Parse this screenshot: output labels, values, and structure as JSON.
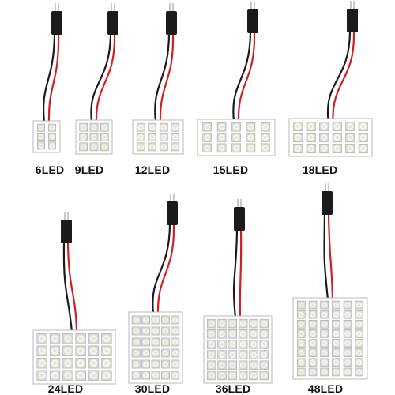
{
  "panels": [
    {
      "caption": "6LED",
      "rows": 3,
      "cols": 2
    },
    {
      "caption": "9LED",
      "rows": 3,
      "cols": 3
    },
    {
      "caption": "12LED",
      "rows": 3,
      "cols": 4
    },
    {
      "caption": "15LED",
      "rows": 3,
      "cols": 5
    },
    {
      "caption": "18LED",
      "rows": 3,
      "cols": 6
    },
    {
      "caption": "24LED",
      "rows": 4,
      "cols": 6
    },
    {
      "caption": "30LED",
      "rows": 6,
      "cols": 5
    },
    {
      "caption": "36LED",
      "rows": 6,
      "cols": 6
    },
    {
      "caption": "48LED",
      "rows": 8,
      "cols": 6
    }
  ],
  "colors": {
    "board": "#ffffff",
    "board_edge": "#b8b8b8",
    "led_frame": "#d9d9d9",
    "led_face": "#f6f6ee",
    "led_core": "#e8e6c8",
    "wire_red": "#d11f1f",
    "wire_black": "#1a1a1a",
    "connector": "#1b1b1b",
    "pin": "#c9c9c9",
    "caption": "#111111"
  }
}
